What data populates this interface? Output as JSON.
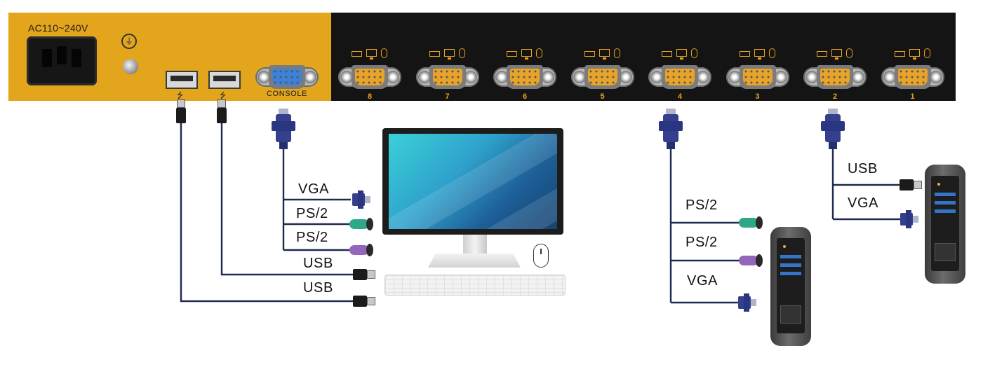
{
  "panel": {
    "power_label": "AC110~240V",
    "console_label": "CONSOLE",
    "ports": [
      "8",
      "7",
      "6",
      "5",
      "4",
      "3",
      "2",
      "1"
    ],
    "ground_symbol": "⏚",
    "usb_symbol": "⭍"
  },
  "console_cables": {
    "vga": "VGA",
    "ps2_green": "PS/2",
    "ps2_purple": "PS/2",
    "usb_1": "USB",
    "usb_2": "USB"
  },
  "pc_port4_cables": {
    "ps2_green": "PS/2",
    "ps2_purple": "PS/2",
    "vga": "VGA"
  },
  "pc_port2_cables": {
    "usb": "USB",
    "vga": "VGA"
  },
  "icons": [
    "keyboard-icon",
    "monitor-icon",
    "mouse-icon",
    "ground-icon",
    "usb-icon"
  ],
  "colors": {
    "panel_gold": "#e3a51c",
    "panel_black": "#141414",
    "port_label": "#e8a21e",
    "cable": "#1e2a4f",
    "vga_plug": "#34408d",
    "ps2_green": "#2fa88a",
    "ps2_purple": "#9266b8"
  }
}
